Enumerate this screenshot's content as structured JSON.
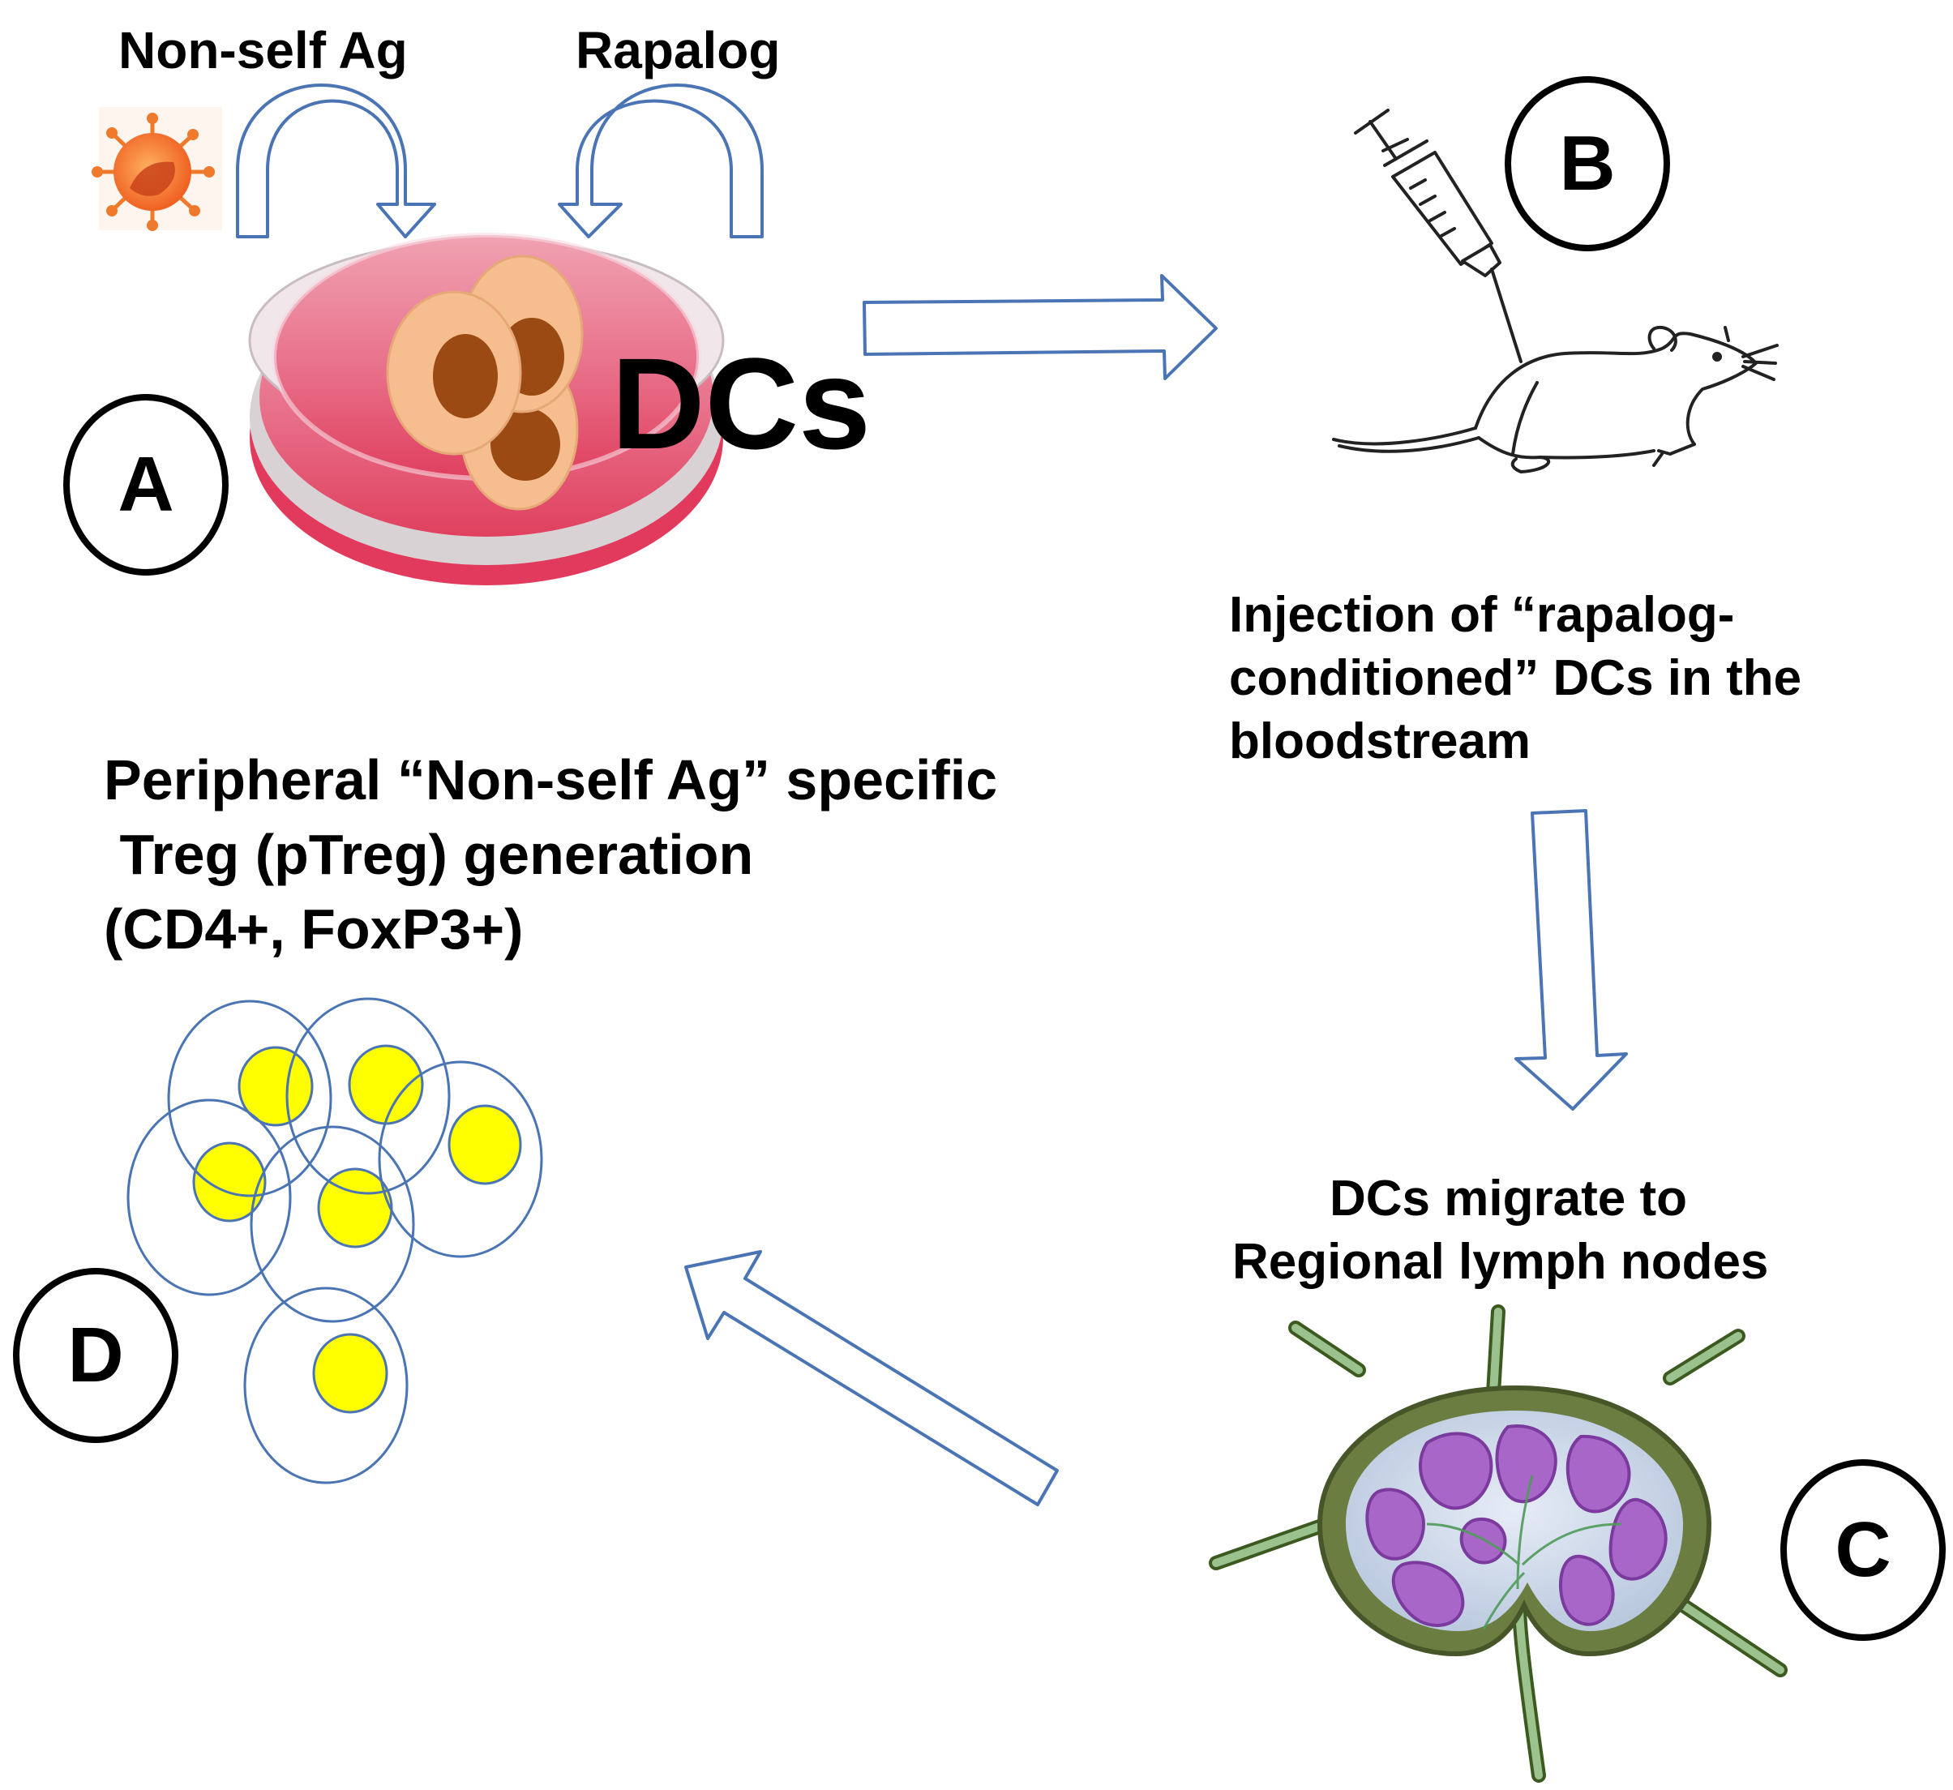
{
  "labels": {
    "non_self_ag": "Non-self Ag",
    "rapalog": "Rapalog",
    "dcs": "DCs",
    "injection_line1": "Injection of “rapalog-",
    "injection_line2": "conditioned” DCs in the",
    "injection_line3": "bloodstream",
    "migrate_line1": "DCs migrate to",
    "migrate_line2": "Regional lymph nodes",
    "ptreg_line1": "Peripheral “Non-self Ag” specific",
    "ptreg_line2": " Treg (pTreg) generation",
    "ptreg_line3": "(CD4+, FoxP3+)"
  },
  "steps": {
    "a": "A",
    "b": "B",
    "c": "C",
    "d": "D"
  },
  "colors": {
    "arrow_stroke": "#4a74b4",
    "dish_medium": "#e2647e",
    "cell_body": "#f6be8e",
    "cell_nucleus": "#9a4a12",
    "treg_outline": "#4a74b4",
    "treg_nucleus": "#ffff00",
    "lymph_outer": "#62763a",
    "lymph_follicle": "#a867c8",
    "pathogen": "#f07a2c"
  },
  "icons": {
    "pathogen": "virus-icon",
    "petri_dish": "petri-dish-icon",
    "mouse": "mouse-icon",
    "syringe": "syringe-icon",
    "lymph_node": "lymph-node-icon"
  }
}
